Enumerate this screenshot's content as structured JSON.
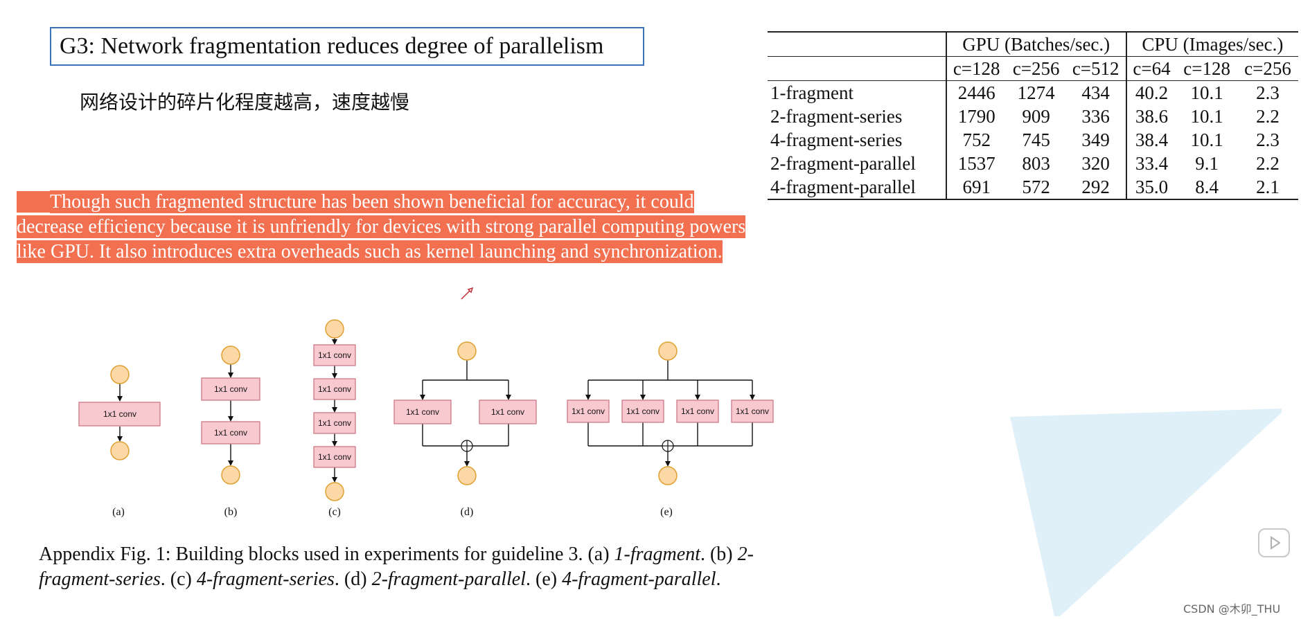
{
  "title": "G3: Network fragmentation reduces degree of parallelism",
  "subtitle": "网络设计的碎片化程度越高，速度越慢",
  "excerpt": "Though such fragmented structure has been shown beneficial for accuracy, it could decrease efficiency because it is unfriendly for devices with strong parallel computing powers like GPU. It also introduces extra overheads such as kernel launching and synchronization.",
  "highlight_color": "#f2704f",
  "table": {
    "group_headers": [
      "GPU (Batches/sec.)",
      "CPU (Images/sec.)"
    ],
    "sub_headers": [
      "c=128",
      "c=256",
      "c=512",
      "c=64",
      "c=128",
      "c=256"
    ],
    "rows": [
      {
        "label": "1-fragment",
        "values": [
          "2446",
          "1274",
          "434",
          "40.2",
          "10.1",
          "2.3"
        ]
      },
      {
        "label": "2-fragment-series",
        "values": [
          "1790",
          "909",
          "336",
          "38.6",
          "10.1",
          "2.2"
        ]
      },
      {
        "label": "4-fragment-series",
        "values": [
          "752",
          "745",
          "349",
          "38.4",
          "10.1",
          "2.3"
        ]
      },
      {
        "label": "2-fragment-parallel",
        "values": [
          "1537",
          "803",
          "320",
          "33.4",
          "9.1",
          "2.2"
        ]
      },
      {
        "label": "4-fragment-parallel",
        "values": [
          "691",
          "572",
          "292",
          "35.0",
          "8.4",
          "2.1"
        ]
      }
    ]
  },
  "figure": {
    "block_label": "1x1 conv",
    "block_fill": "#f8c9cf",
    "node_fill": "#fbd8a6",
    "node_stroke": "#e0a030",
    "sub_labels": [
      "(a)",
      "(b)",
      "(c)",
      "(d)",
      "(e)"
    ]
  },
  "caption": {
    "prefix": "Appendix Fig. 1: Building blocks used in experiments for guideline 3. (a) ",
    "a": "1-fragment",
    "b_prefix": ". (b) ",
    "b": "2-fragment-series",
    "c_prefix": ". (c) ",
    "c": "4-fragment-series",
    "d_prefix": ". (d) ",
    "d": "2-fragment-parallel",
    "e_prefix": ". (e) ",
    "e": "4-fragment-parallel",
    "suffix": "."
  },
  "watermark": "CSDN @木卯_THU",
  "icons": [
    "play-icon",
    "cursor-icon"
  ]
}
